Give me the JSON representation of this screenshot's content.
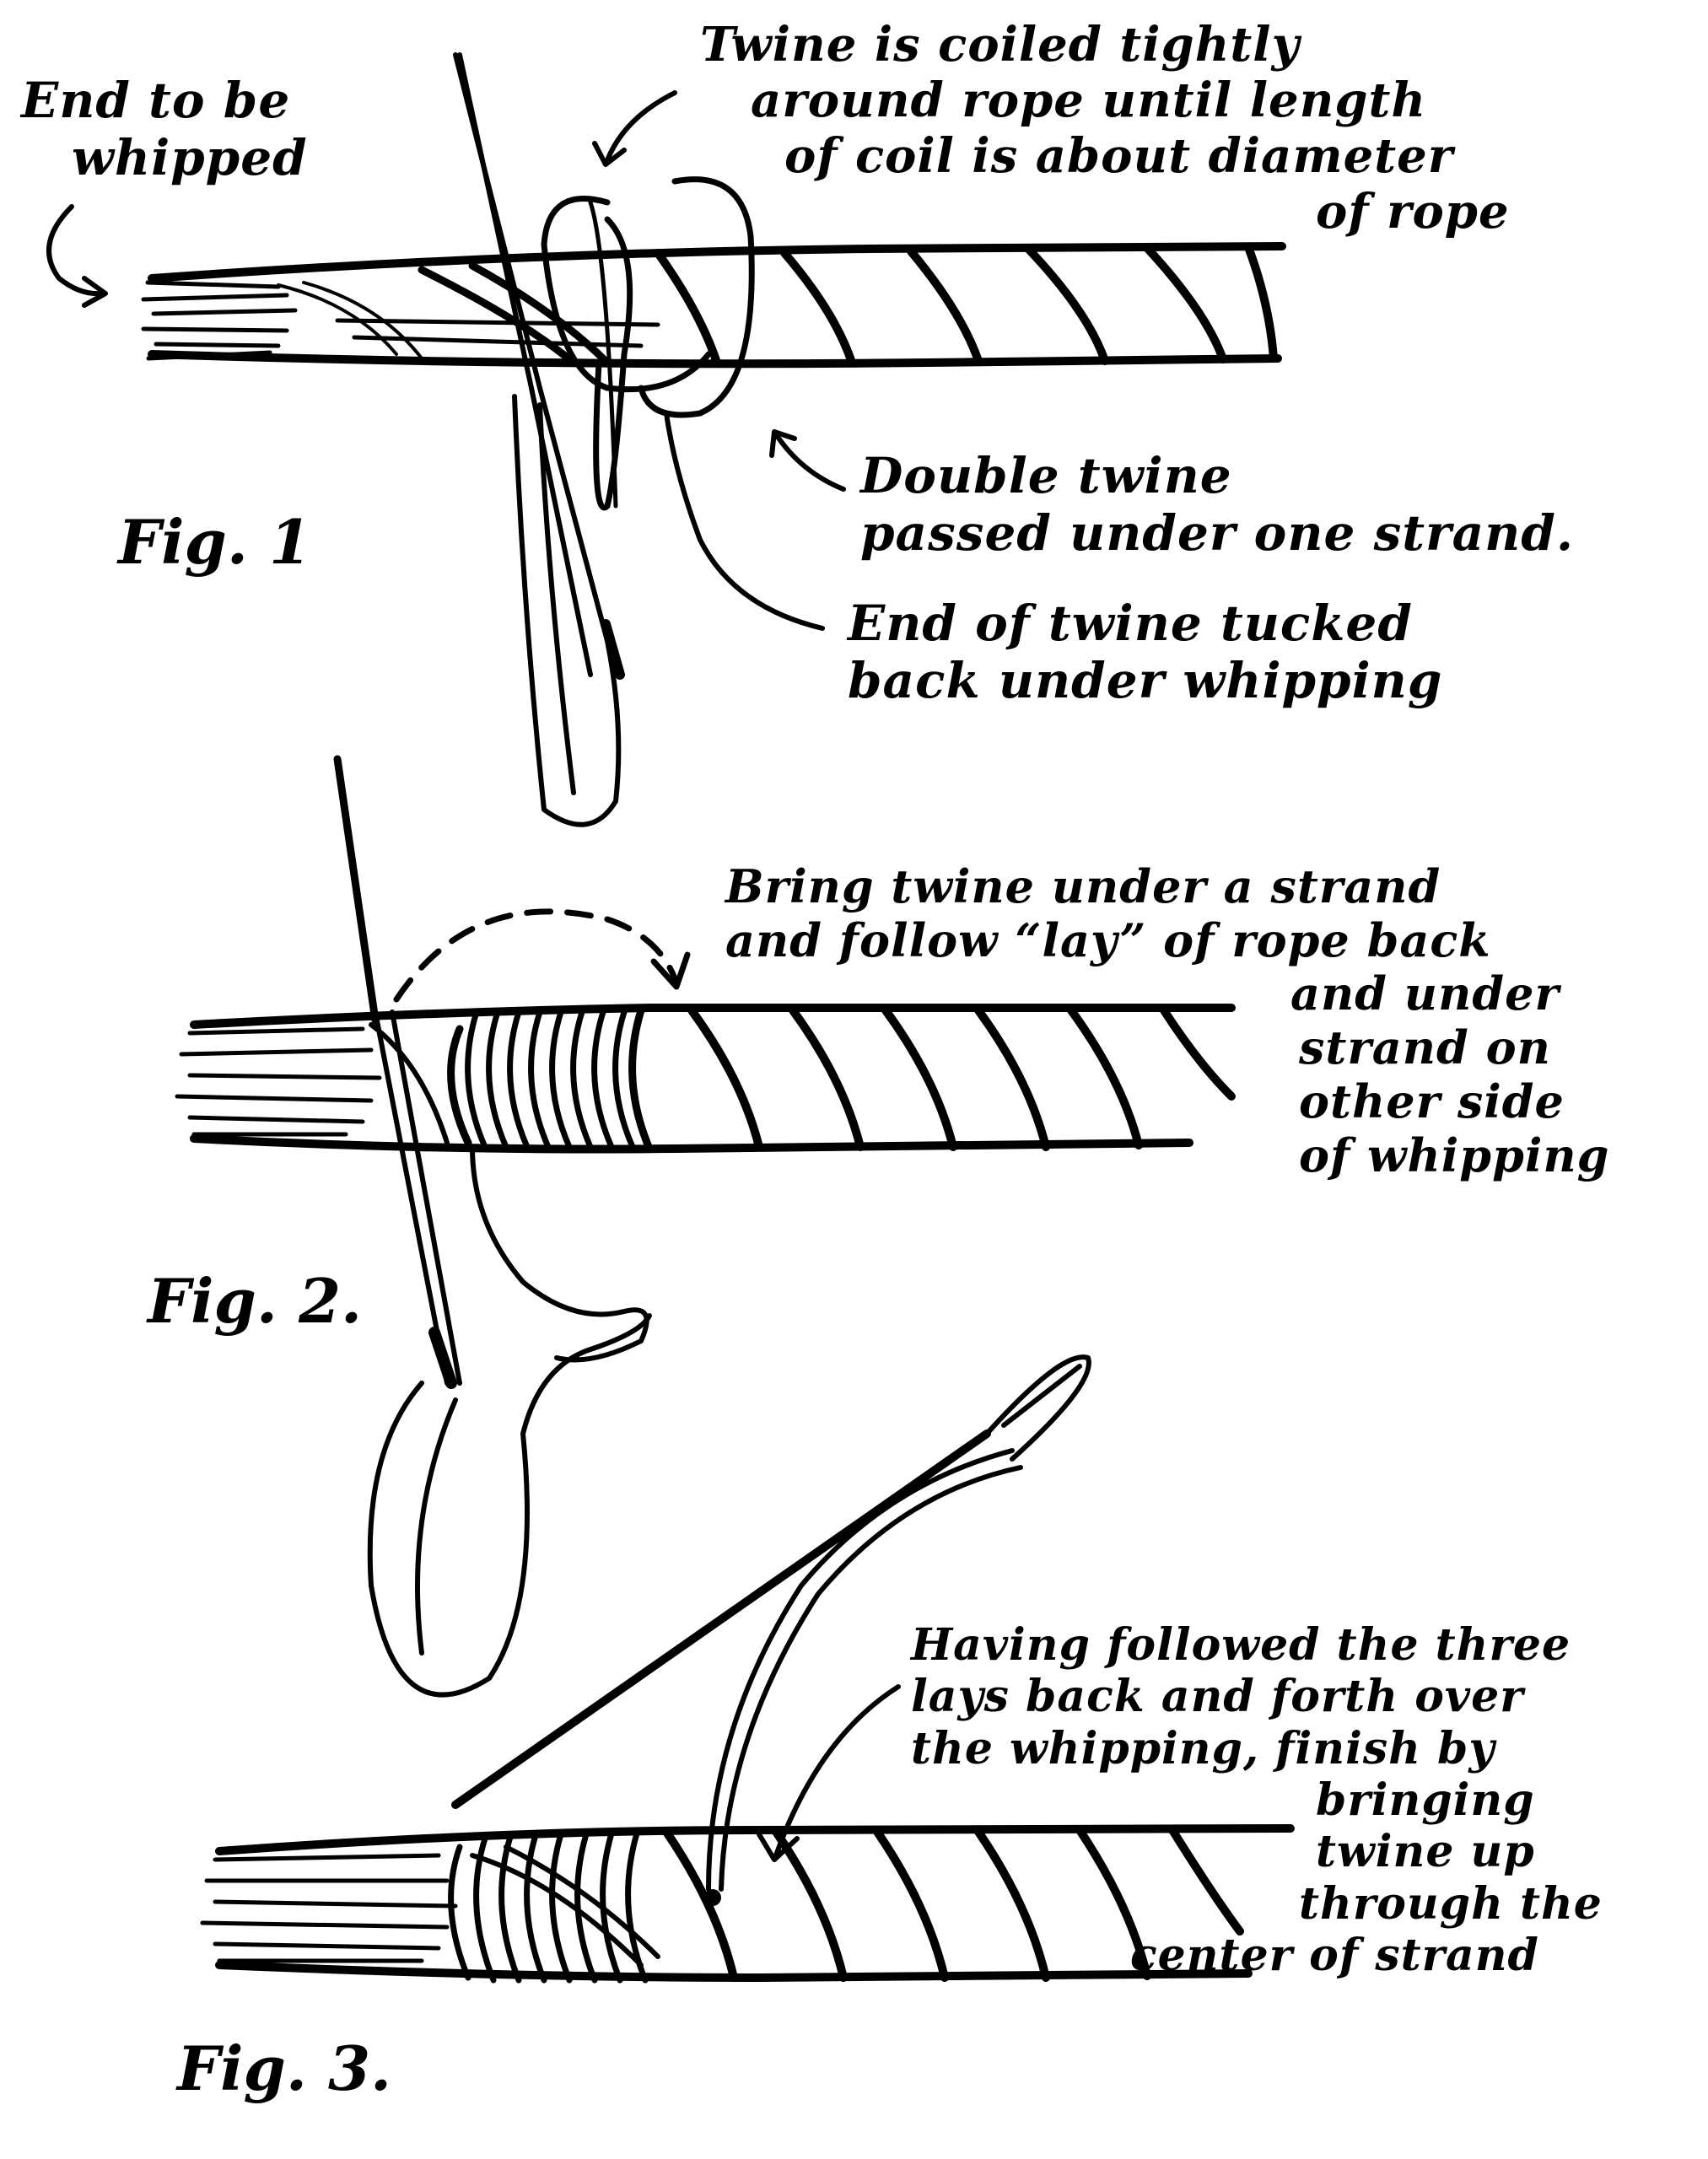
{
  "figures": [
    {
      "label": "Fig. 1",
      "annotations": {
        "end_label": [
          "End to be",
          "whipped"
        ],
        "coil_note": [
          "Twine is coiled tightly",
          "around rope until length",
          "of coil is about diameter",
          "of rope"
        ],
        "double_twine": [
          "Double twine",
          "passed under one strand."
        ],
        "end_tucked": [
          "End of twine tucked",
          "back under whipping"
        ]
      }
    },
    {
      "label": "Fig. 2.",
      "annotations": {
        "bring_twine": [
          "Bring twine under a strand",
          "and follow “lay” of rope back",
          "and under",
          "strand on",
          "other side",
          "of whipping"
        ]
      }
    },
    {
      "label": "Fig. 3.",
      "annotations": {
        "finish_note": [
          "Having followed the three",
          "lays back and forth over",
          "the whipping, finish by",
          "bringing",
          "twine up",
          "through the",
          "center of strand"
        ]
      }
    }
  ]
}
